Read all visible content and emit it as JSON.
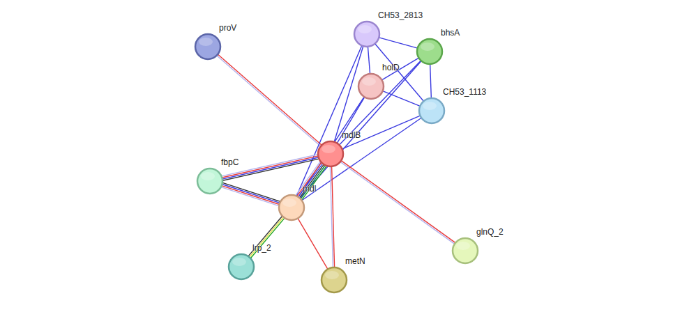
{
  "diagram": {
    "nodes": [
      {
        "text": [
          "proV"
        ]
      },
      {
        "text": [
          "CH53_2813"
        ]
      },
      {
        "text": [
          "bhsA"
        ]
      },
      {
        "text": [
          "holD"
        ]
      },
      {
        "text": [
          "CH53_1113"
        ]
      },
      {
        "text": [
          "mdlB"
        ]
      },
      {
        "text": [
          "fbpC"
        ]
      },
      {
        "text": [
          "mdl"
        ]
      },
      {
        "text": [
          "glnQ_2"
        ]
      },
      {
        "text": [
          "lrp_2"
        ]
      },
      {
        "text": [
          "metN"
        ]
      }
    ],
    "edges": [
      {
        "from": 0,
        "to": 5,
        "arrow": "none"
      },
      {
        "from": 1,
        "to": 2,
        "arrow": "none"
      },
      {
        "from": 1,
        "to": 3,
        "arrow": "none"
      },
      {
        "from": 1,
        "to": 4,
        "arrow": "none"
      },
      {
        "from": 1,
        "to": 5,
        "arrow": "none"
      },
      {
        "from": 1,
        "to": 7,
        "arrow": "none"
      },
      {
        "from": 2,
        "to": 3,
        "arrow": "none"
      },
      {
        "from": 2,
        "to": 4,
        "arrow": "none"
      },
      {
        "from": 2,
        "to": 5,
        "arrow": "none"
      },
      {
        "from": 2,
        "to": 7,
        "arrow": "none"
      },
      {
        "from": 3,
        "to": 4,
        "arrow": "none"
      },
      {
        "from": 3,
        "to": 5,
        "arrow": "none"
      },
      {
        "from": 3,
        "to": 7,
        "arrow": "none"
      },
      {
        "from": 4,
        "to": 5,
        "arrow": "none"
      },
      {
        "from": 4,
        "to": 7,
        "arrow": "none"
      },
      {
        "from": 5,
        "to": 6,
        "arrow": "none"
      },
      {
        "from": 5,
        "to": 7,
        "arrow": "none"
      },
      {
        "from": 5,
        "to": 8,
        "arrow": "none"
      },
      {
        "from": 5,
        "to": 10,
        "arrow": "none"
      },
      {
        "from": 6,
        "to": 7,
        "arrow": "none"
      },
      {
        "from": 7,
        "to": 9,
        "arrow": "none"
      },
      {
        "from": 7,
        "to": 10,
        "arrow": "none"
      }
    ]
  }
}
